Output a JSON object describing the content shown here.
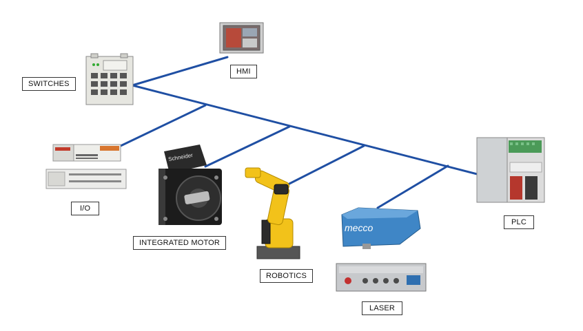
{
  "labels": {
    "switches": "SWITCHES",
    "hmi": "HMI",
    "io": "I/O",
    "integrated_motor": "INTEGRATED MOTOR",
    "robotics": "ROBOTICS",
    "laser": "LASER",
    "plc": "PLC"
  },
  "device_text": {
    "motor_brand": "Schneider",
    "laser_brand": "mecco"
  },
  "colors": {
    "network_line": "#1f4fa3"
  }
}
